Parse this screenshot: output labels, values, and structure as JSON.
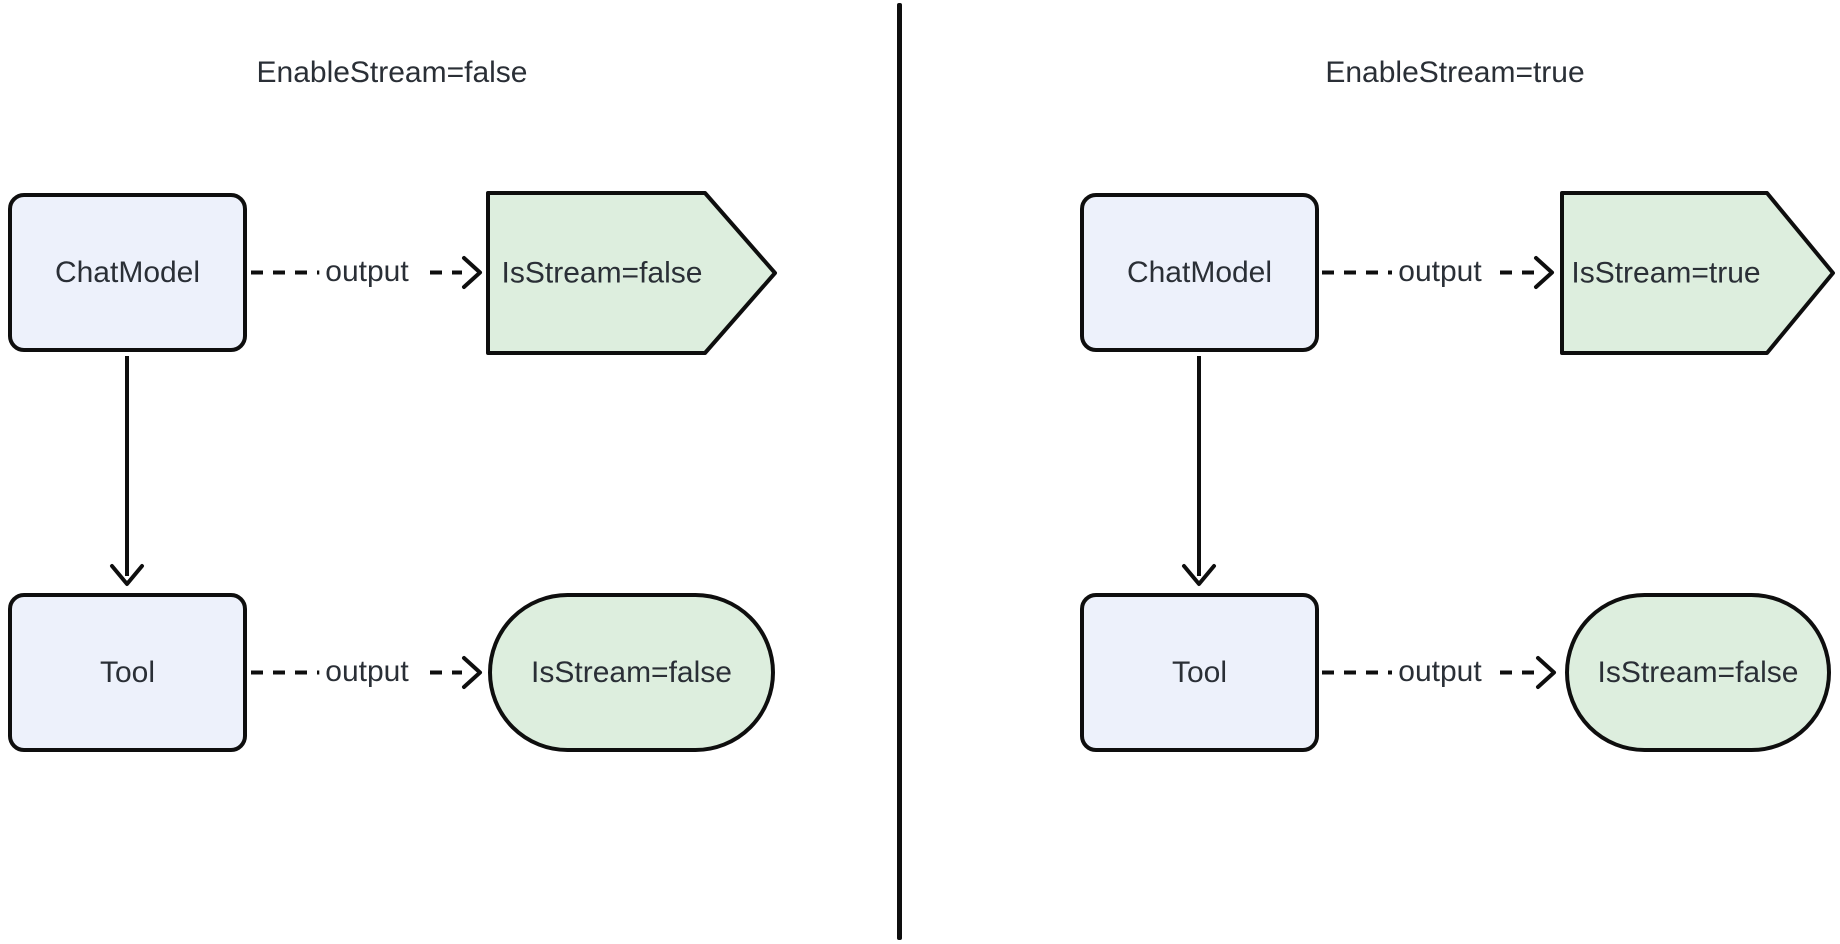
{
  "colors": {
    "background": "#ffffff",
    "node_fill": "#edf1fb",
    "result_fill": "#ddeede",
    "stroke": "#0e0e0e",
    "text": "#2a2f36"
  },
  "panels": [
    {
      "title": "EnableStream=false",
      "nodes": {
        "chat_model": "ChatModel",
        "tool": "Tool",
        "chat_result": "IsStream=false",
        "tool_result": "IsStream=false"
      },
      "edges": {
        "chat_output_label": "output",
        "tool_output_label": "output"
      }
    },
    {
      "title": "EnableStream=true",
      "nodes": {
        "chat_model": "ChatModel",
        "tool": "Tool",
        "chat_result": "IsStream=true",
        "tool_result": "IsStream=false"
      },
      "edges": {
        "chat_output_label": "output",
        "tool_output_label": "output"
      }
    }
  ]
}
